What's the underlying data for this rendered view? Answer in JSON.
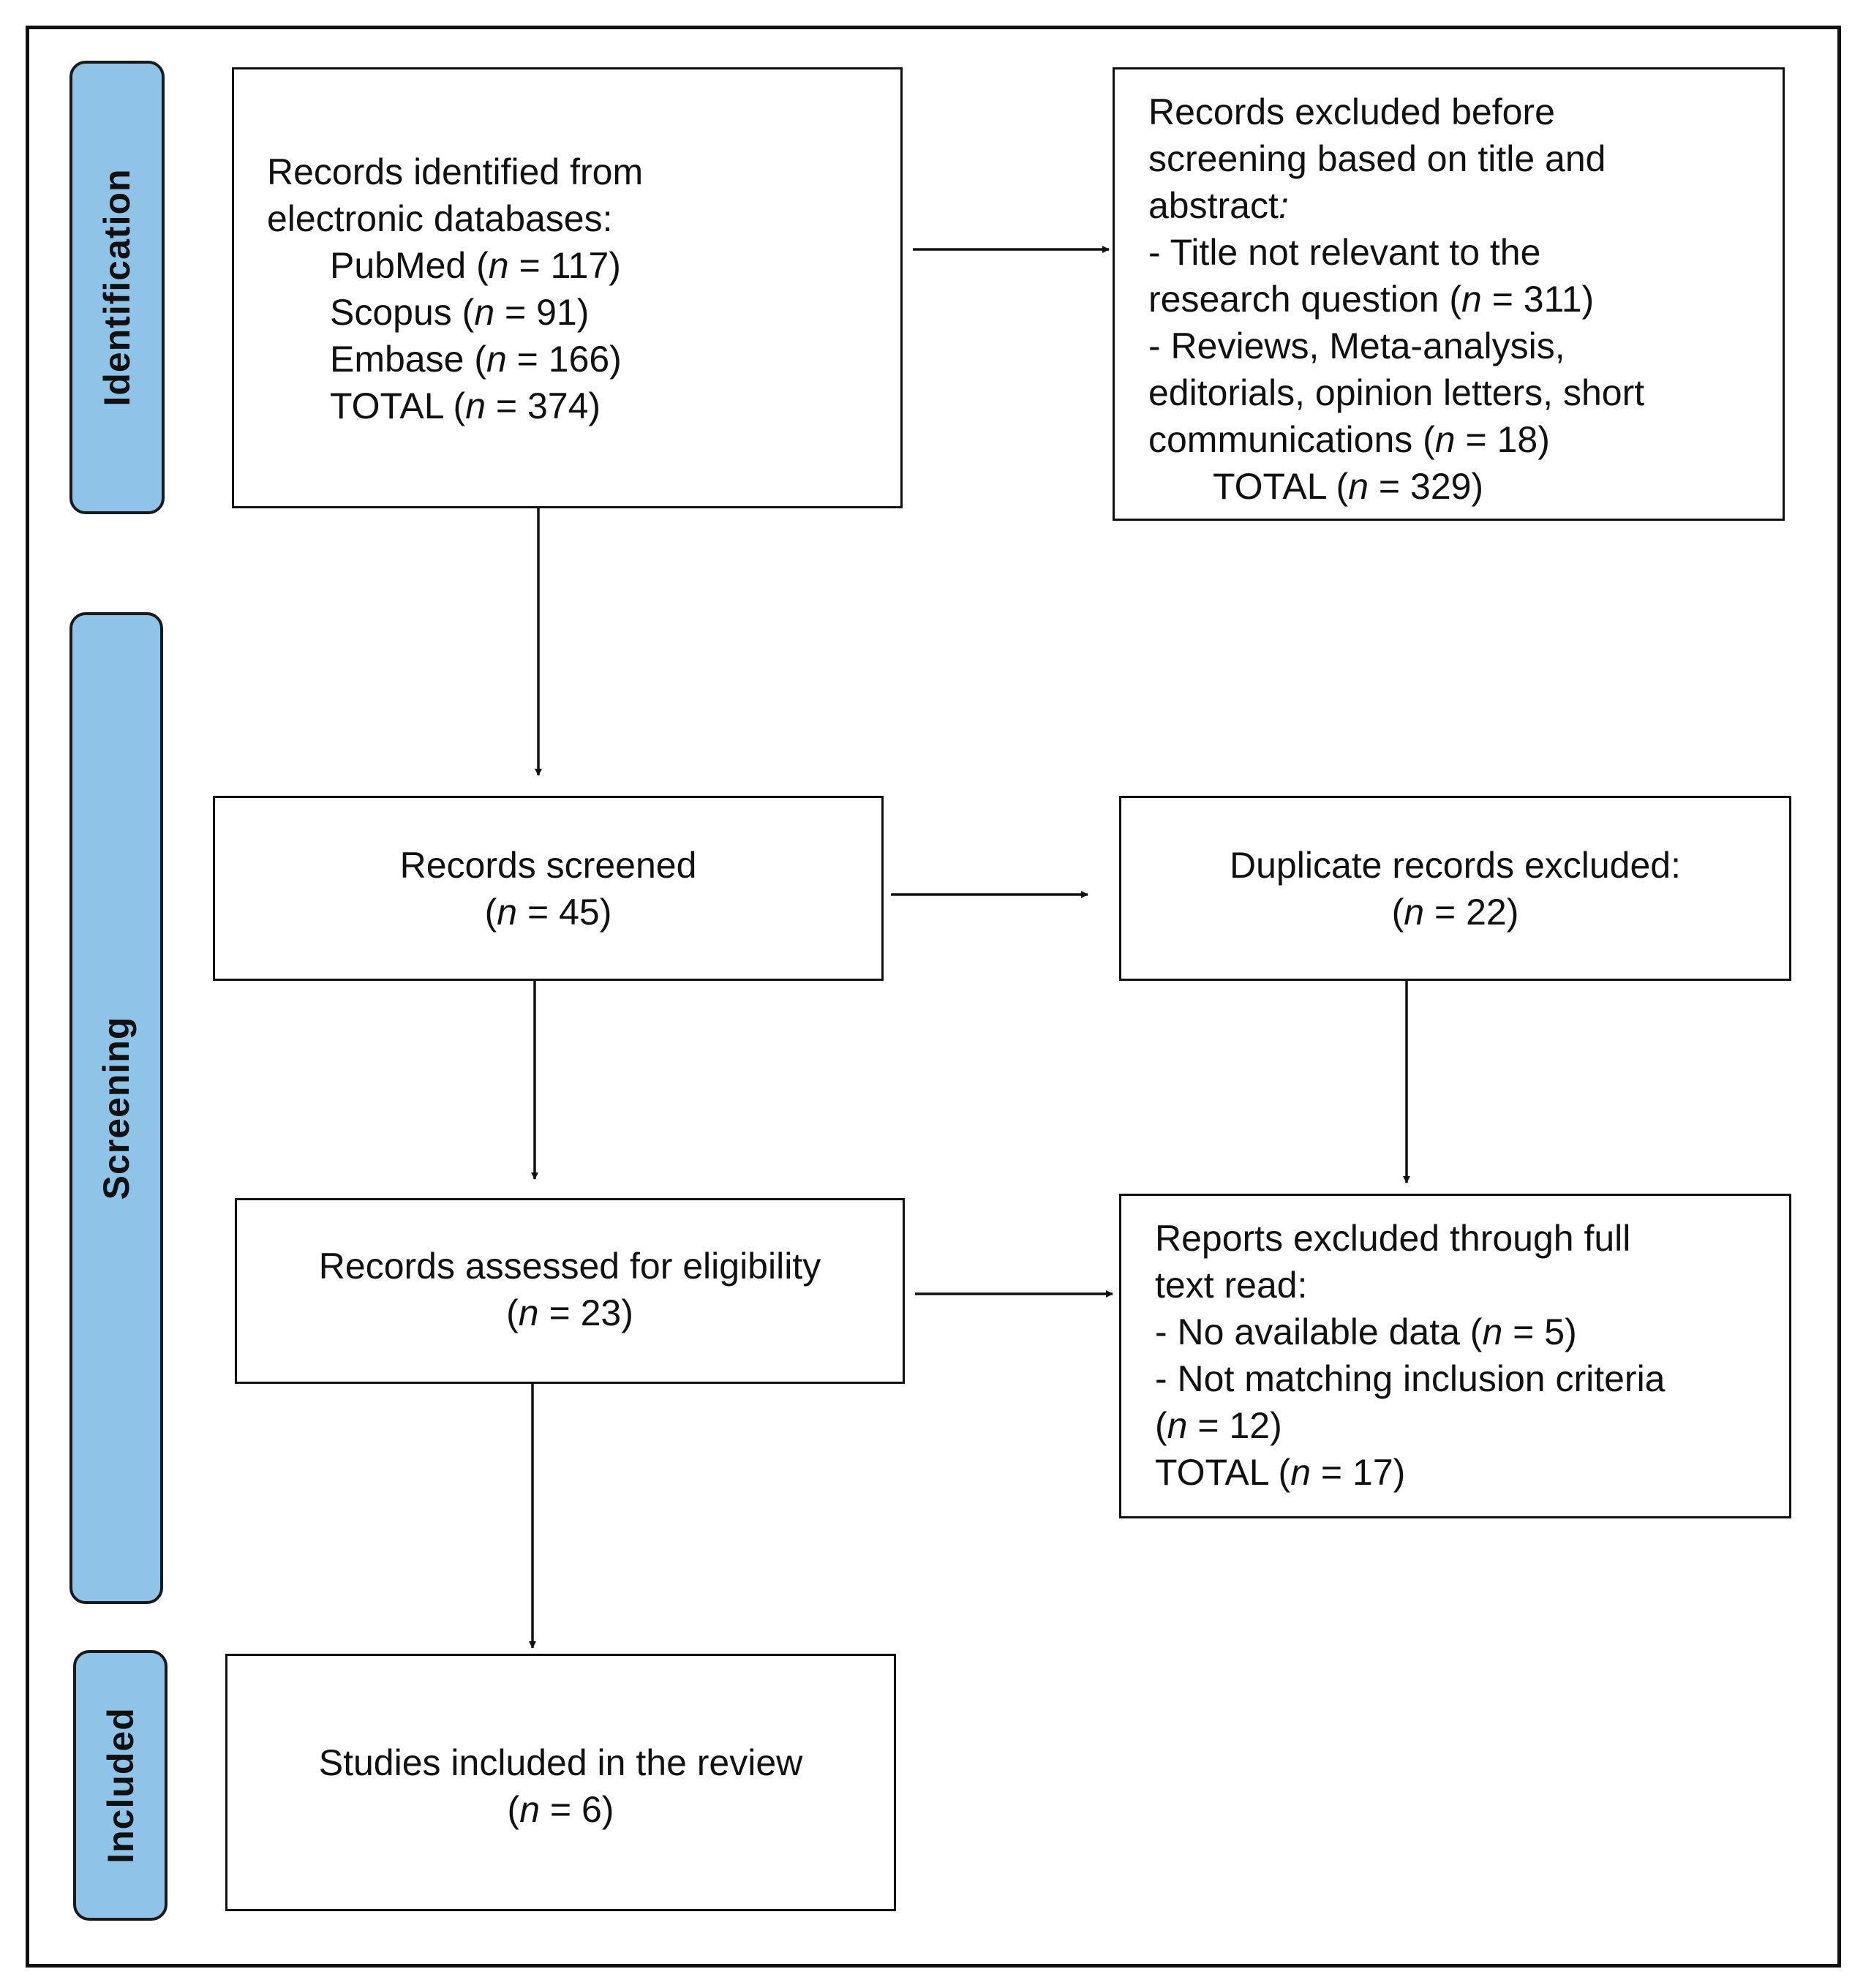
{
  "stages": {
    "identification": "Identification",
    "screening": "Screening",
    "included": "Included"
  },
  "colors": {
    "stage_fill": "#8fc4e8",
    "stroke": "#111111"
  },
  "boxes": {
    "identified": [
      {
        "indent": false,
        "segs": [
          {
            "t": "Records identified from"
          }
        ]
      },
      {
        "indent": false,
        "segs": [
          {
            "t": "electronic databases:"
          }
        ]
      },
      {
        "indent": true,
        "segs": [
          {
            "t": "PubMed ("
          },
          {
            "t": "n",
            "i": true
          },
          {
            "t": " = 117)"
          }
        ]
      },
      {
        "indent": true,
        "segs": [
          {
            "t": "Scopus ("
          },
          {
            "t": "n",
            "i": true
          },
          {
            "t": " = 91)"
          }
        ]
      },
      {
        "indent": true,
        "segs": [
          {
            "t": "Embase ("
          },
          {
            "t": "n",
            "i": true
          },
          {
            "t": " = 166)"
          }
        ]
      },
      {
        "indent": true,
        "segs": [
          {
            "t": "TOTAL ("
          },
          {
            "t": "n",
            "i": true
          },
          {
            "t": " = 374)"
          }
        ]
      }
    ],
    "excluded_before": [
      {
        "indent": false,
        "segs": [
          {
            "t": "Records excluded before"
          }
        ]
      },
      {
        "indent": false,
        "segs": [
          {
            "t": "screening based on title and"
          }
        ]
      },
      {
        "indent": false,
        "segs": [
          {
            "t": "abstract"
          },
          {
            "t": ":",
            "i": true
          }
        ]
      },
      {
        "indent": false,
        "segs": [
          {
            "t": "- Title not relevant to the"
          }
        ]
      },
      {
        "indent": false,
        "segs": [
          {
            "t": "research question ("
          },
          {
            "t": "n",
            "i": true
          },
          {
            "t": " = 311)"
          }
        ]
      },
      {
        "indent": false,
        "segs": [
          {
            "t": "- Reviews, Meta-analysis,"
          }
        ]
      },
      {
        "indent": false,
        "segs": [
          {
            "t": "editorials, opinion letters, short"
          }
        ]
      },
      {
        "indent": false,
        "segs": [
          {
            "t": "communications ("
          },
          {
            "t": "n",
            "i": true
          },
          {
            "t": " = 18)"
          }
        ]
      },
      {
        "indent": true,
        "segs": [
          {
            "t": "TOTAL ("
          },
          {
            "t": "n",
            "i": true
          },
          {
            "t": " = 329)"
          }
        ]
      }
    ],
    "screened": [
      {
        "indent": false,
        "segs": [
          {
            "t": "Records screened"
          }
        ]
      },
      {
        "indent": false,
        "segs": [
          {
            "t": "("
          },
          {
            "t": "n",
            "i": true
          },
          {
            "t": " = 45)"
          }
        ]
      }
    ],
    "duplicates": [
      {
        "indent": false,
        "segs": [
          {
            "t": "Duplicate records excluded:"
          }
        ]
      },
      {
        "indent": false,
        "segs": [
          {
            "t": "("
          },
          {
            "t": "n",
            "i": true
          },
          {
            "t": " = 22)"
          }
        ]
      }
    ],
    "assessed": [
      {
        "indent": false,
        "segs": [
          {
            "t": "Records assessed for eligibility"
          }
        ]
      },
      {
        "indent": false,
        "segs": [
          {
            "t": "("
          },
          {
            "t": "n",
            "i": true
          },
          {
            "t": " = 23)"
          }
        ]
      }
    ],
    "reports_excluded": [
      {
        "indent": false,
        "segs": [
          {
            "t": "Reports excluded through full"
          }
        ]
      },
      {
        "indent": false,
        "segs": [
          {
            "t": "text read:"
          }
        ]
      },
      {
        "indent": false,
        "segs": [
          {
            "t": "- No available data ("
          },
          {
            "t": "n",
            "i": true
          },
          {
            "t": " = 5)"
          }
        ]
      },
      {
        "indent": false,
        "segs": [
          {
            "t": "- Not matching inclusion criteria"
          }
        ]
      },
      {
        "indent": false,
        "segs": [
          {
            "t": "("
          },
          {
            "t": "n",
            "i": true
          },
          {
            "t": " = 12)"
          }
        ]
      },
      {
        "indent": false,
        "segs": [
          {
            "t": "TOTAL ("
          },
          {
            "t": "n",
            "i": true
          },
          {
            "t": " = 17)"
          }
        ]
      }
    ],
    "included": [
      {
        "indent": false,
        "segs": [
          {
            "t": "Studies included in the review"
          }
        ]
      },
      {
        "indent": false,
        "segs": [
          {
            "t": "("
          },
          {
            "t": "n",
            "i": true
          },
          {
            "t": " = 6)"
          }
        ]
      }
    ]
  }
}
